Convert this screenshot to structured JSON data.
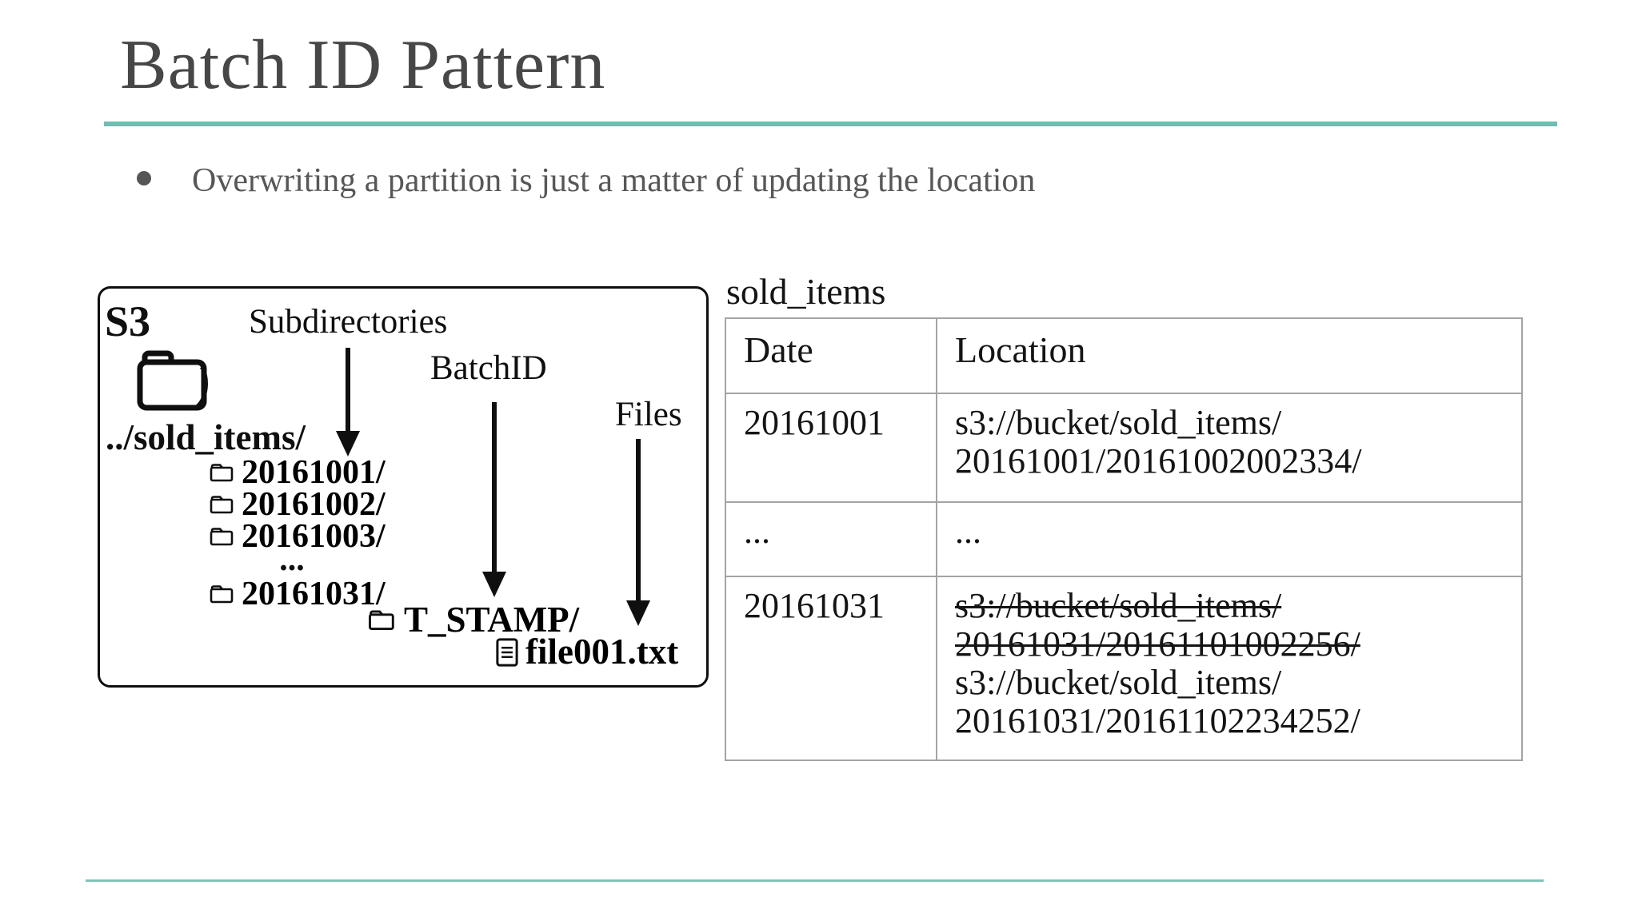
{
  "slide": {
    "title": "Batch ID Pattern",
    "bullet_text": "Overwriting a partition is just a matter of updating the location"
  },
  "colors": {
    "accent_teal": "#6fbeb0",
    "title_gray": "#474747",
    "body_gray": "#575757",
    "diagram_black": "#0f0f0f",
    "table_border_gray": "#a4a4a4"
  },
  "diagram": {
    "storage_label": "S3",
    "subdirectories_label": "Subdirectories",
    "batchid_label": "BatchID",
    "files_label": "Files",
    "root_path": "../sold_items/",
    "entries": [
      {
        "label": "20161001/",
        "icon": "folder-icon"
      },
      {
        "label": "20161002/",
        "icon": "folder-icon"
      },
      {
        "label": "20161003/",
        "icon": "folder-icon"
      },
      {
        "label": "...",
        "icon": "none"
      },
      {
        "label": "20161031/",
        "icon": "folder-icon"
      }
    ],
    "tstamp_label": "T_STAMP/",
    "tstamp_icon": "folder-icon",
    "file_label": "file001.txt",
    "file_icon": "document-icon",
    "arrows": [
      "subdirectories-arrow",
      "batchid-arrow",
      "files-arrow"
    ]
  },
  "table": {
    "title": "sold_items",
    "headers": [
      "Date",
      "Location"
    ],
    "rows": [
      {
        "date": "20161001",
        "location_lines": [
          {
            "text": "s3://bucket/sold_items/",
            "strike": false
          },
          {
            "text": "20161001/20161002002334/",
            "strike": false
          }
        ]
      },
      {
        "date": "...",
        "location_lines": [
          {
            "text": "...",
            "strike": false
          }
        ]
      },
      {
        "date": "20161031",
        "location_lines": [
          {
            "text": "s3://bucket/sold_items/",
            "strike": true
          },
          {
            "text": "20161031/20161101002256/",
            "strike": true
          },
          {
            "text": "s3://bucket/sold_items/",
            "strike": false
          },
          {
            "text": "20161031/20161102234252/",
            "strike": false
          }
        ]
      }
    ]
  }
}
